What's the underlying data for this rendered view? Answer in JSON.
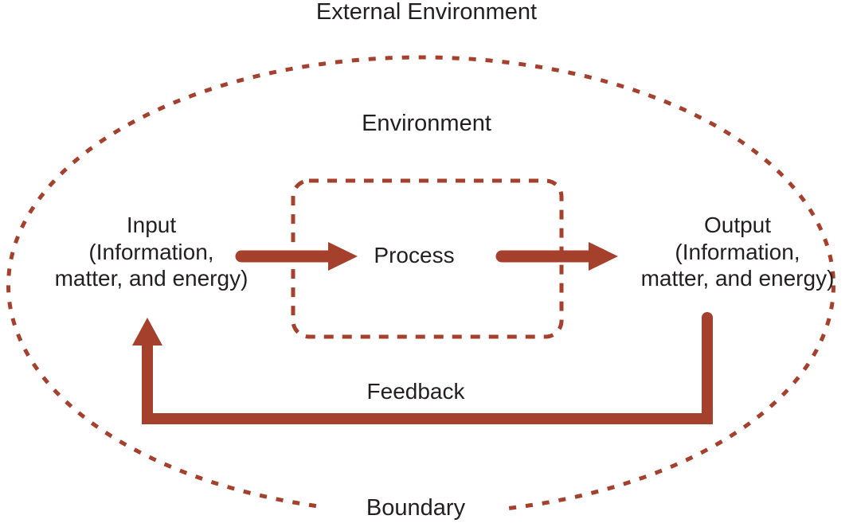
{
  "diagram": {
    "type": "systems-model",
    "title": "External Environment",
    "colors": {
      "accent": "#A4402C",
      "text": "#231F20",
      "background": "#FFFFFF"
    },
    "labels": {
      "external_environment": "External Environment",
      "environment": "Environment",
      "process": "Process",
      "feedback": "Feedback",
      "boundary": "Boundary"
    },
    "input": {
      "title": "Input",
      "detail_line_1": "(Information,",
      "detail_line_2": "matter, and energy)"
    },
    "output": {
      "title": "Output",
      "detail_line_1": "(Information,",
      "detail_line_2": "matter, and energy)"
    },
    "flow": [
      "Input",
      "Process",
      "Output",
      "Feedback"
    ],
    "shapes": {
      "boundary_ellipse": "dotted",
      "process_box": "dashed-rounded-rectangle"
    }
  }
}
